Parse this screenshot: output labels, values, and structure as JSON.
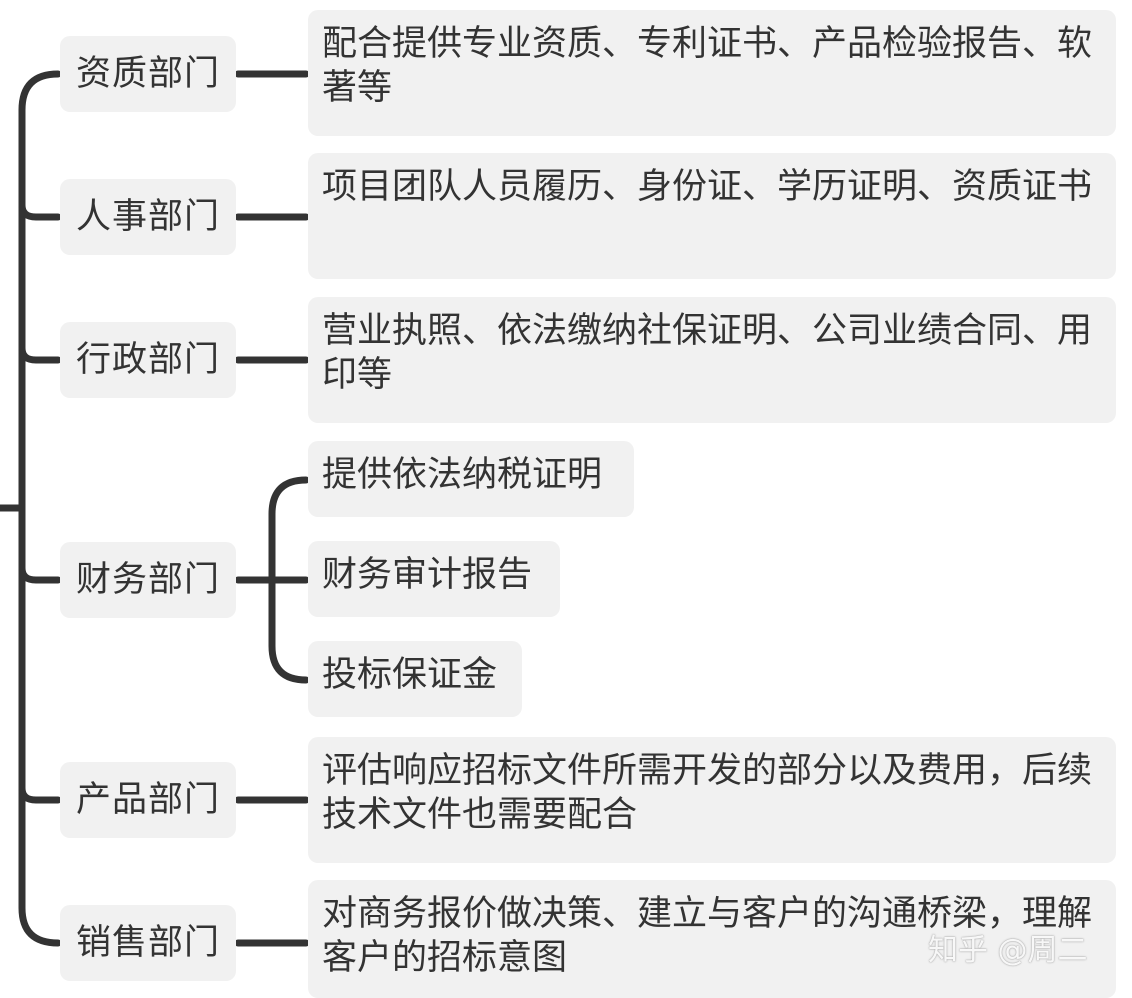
{
  "departments": [
    {
      "name": "资质部门",
      "items": [
        "配合提供专业资质、专利证书、产品检验报告、软著等"
      ]
    },
    {
      "name": "人事部门",
      "items": [
        "项目团队人员履历、身份证、学历证明、资质证书"
      ]
    },
    {
      "name": "行政部门",
      "items": [
        "营业执照、依法缴纳社保证明、公司业绩合同、用印等"
      ]
    },
    {
      "name": "财务部门",
      "items": [
        "提供依法纳税证明",
        "财务审计报告",
        "投标保证金"
      ]
    },
    {
      "name": "产品部门",
      "items": [
        "评估响应招标文件所需开发的部分以及费用，后续技术文件也需要配合"
      ]
    },
    {
      "name": "销售部门",
      "items": [
        "对商务报价做决策、建立与客户的沟通桥梁，理解客户的招标意图"
      ]
    }
  ],
  "watermark": "知乎 @周二",
  "colors": {
    "line": "#333333",
    "box": "#f1f1f1",
    "text": "#333333"
  }
}
